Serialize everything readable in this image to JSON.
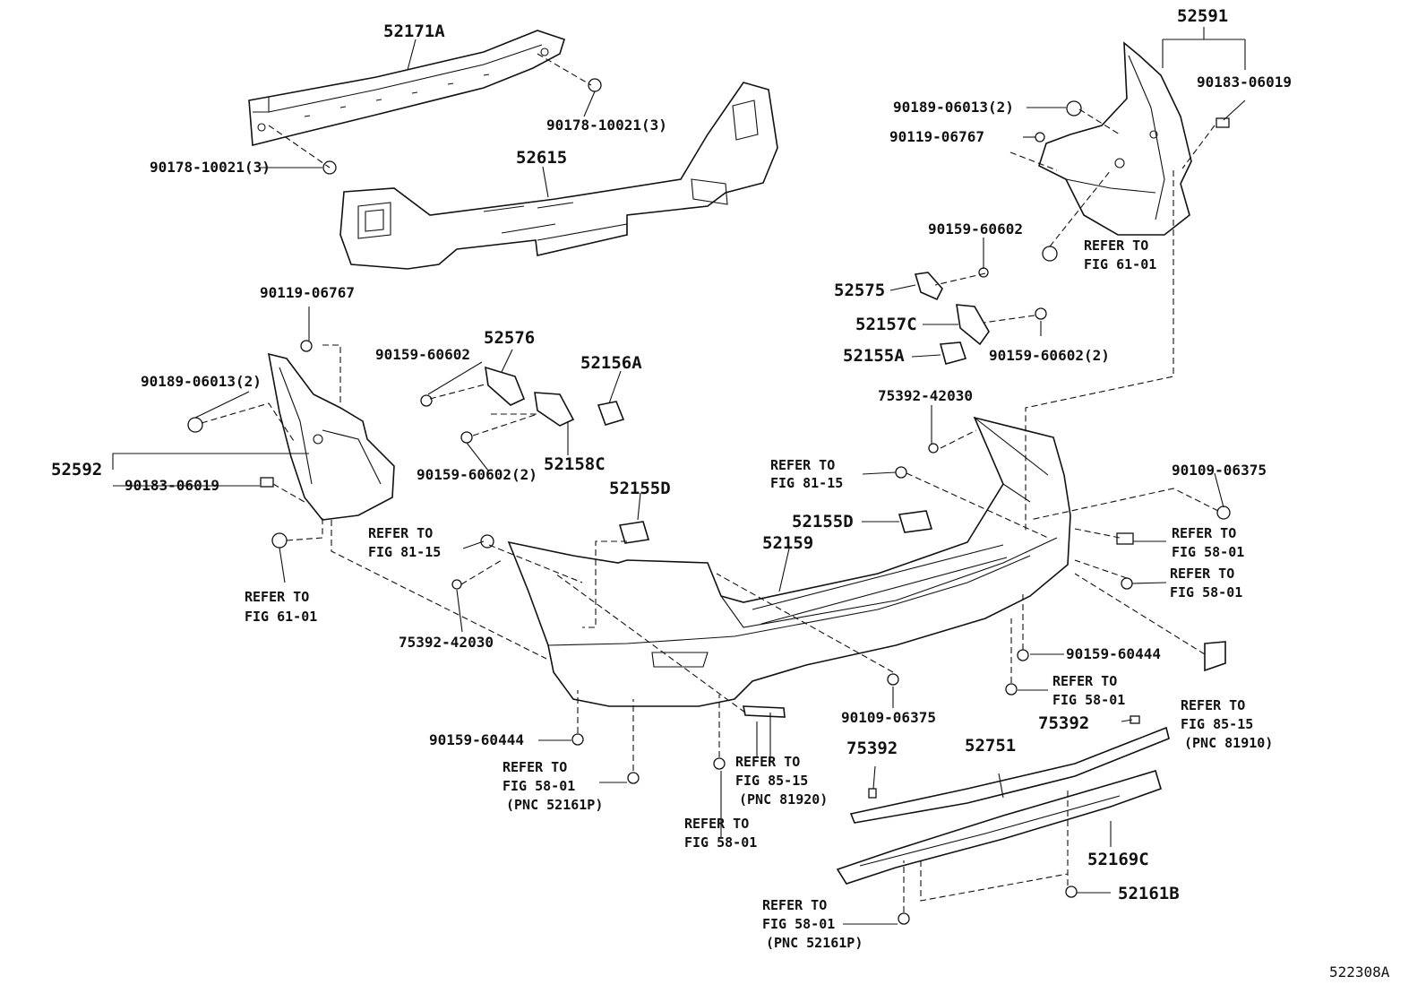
{
  "diagram": {
    "code": "522308A",
    "parts": {
      "p52171A": "52171A",
      "p90178_top": "90178-10021(3)",
      "p90178_left": "90178-10021(3)",
      "p52615": "52615",
      "p52591": "52591",
      "p90189_right": "90189-06013(2)",
      "p90183_right": "90183-06019",
      "p90119_right": "90119-06767",
      "p90159_a": "90159-60602",
      "p52575": "52575",
      "p52157C": "52157C",
      "p52155A": "52155A",
      "p90159_b": "90159-60602(2)",
      "p90119_left": "90119-06767",
      "p90189_left": "90189-06013(2)",
      "p52592": "52592",
      "p90183_left": "90183-06019",
      "p52576": "52576",
      "p90159_c": "90159-60602",
      "p52156A": "52156A",
      "p90159_d": "90159-60602(2)",
      "p52158C": "52158C",
      "p52155D_a": "52155D",
      "p75392_top": "75392-42030",
      "p52155D_b": "52155D",
      "p52159": "52159",
      "p90109_right": "90109-06375",
      "p75392_left": "75392-42030",
      "p90159_60444_right": "90159-60444",
      "p90109_bottom": "90109-06375",
      "p75392_s1": "75392",
      "p75392_s2": "75392",
      "p52751": "52751",
      "p52169C": "52169C",
      "p52161B": "52161B",
      "p90159_60444_left": "90159-60444"
    },
    "refs": {
      "r_fig6101_right": [
        "REFER TO",
        "FIG 61-01"
      ],
      "r_fig8115_a": [
        "REFER TO",
        "FIG 81-15"
      ],
      "r_fig8115_b": [
        "REFER TO",
        "FIG 81-15"
      ],
      "r_fig6101_left": [
        "REFER TO",
        "FIG 61-01"
      ],
      "r_fig5801_a": [
        "REFER TO",
        "FIG 58-01"
      ],
      "r_fig5801_b": [
        "REFER TO",
        "FIG 58-01"
      ],
      "r_fig5801_c": [
        "REFER TO",
        "FIG 58-01"
      ],
      "r_fig8515_right": [
        "REFER TO",
        "FIG 85-15",
        "(PNC 81910)"
      ],
      "r_fig5801_left": [
        "REFER TO",
        "FIG 58-01",
        "(PNC 52161P)"
      ],
      "r_fig8515_mid": [
        "REFER TO",
        "FIG 85-15",
        "(PNC 81920)"
      ],
      "r_fig5801_mid": [
        "REFER TO",
        "FIG 58-01"
      ],
      "r_fig5801_bottom": [
        "REFER TO",
        "FIG 58-01",
        "(PNC 52161P)"
      ]
    }
  }
}
